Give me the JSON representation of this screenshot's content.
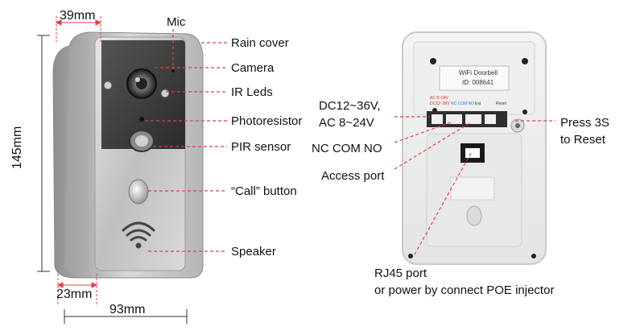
{
  "dimensions": {
    "top_width": "39mm",
    "height": "145mm",
    "bottom_depth": "23mm",
    "bottom_width": "93mm"
  },
  "left_labels": {
    "mic": "Mic",
    "rain_cover": "Rain cover",
    "camera": "Camera",
    "ir_leds": "IR Leds",
    "photoresistor": "Photoresistor",
    "pir_sensor": "PIR sensor",
    "call_button": "“Call” button",
    "speaker": "Speaker"
  },
  "right_labels": {
    "power_line1": "DC12~36V,",
    "power_line2": "AC 8~24V",
    "nc_com_no": "NC COM NO",
    "access_port": "Access port",
    "reset_line1": "Press 3S",
    "reset_line2": "to Reset",
    "rj45_line1": "RJ45 port",
    "rj45_line2": "or power by connect POE injector"
  },
  "back_panel": {
    "sticker_line1": "WiFi Doorbell",
    "sticker_line2": "ID: 008641",
    "terminal_line1": "AC 8~24V",
    "terminal_line2_red": "DC12~36V",
    "terminal_line2_blue": "NC COM NO",
    "terminal_line2_ext": "Ext",
    "terminal_reset": "Reset"
  },
  "colors": {
    "leader_line": "#e0404a",
    "dimension_line": "#e0404a",
    "device_silver": "#c9c9c9",
    "camera_panel": "#3a3a3a"
  }
}
